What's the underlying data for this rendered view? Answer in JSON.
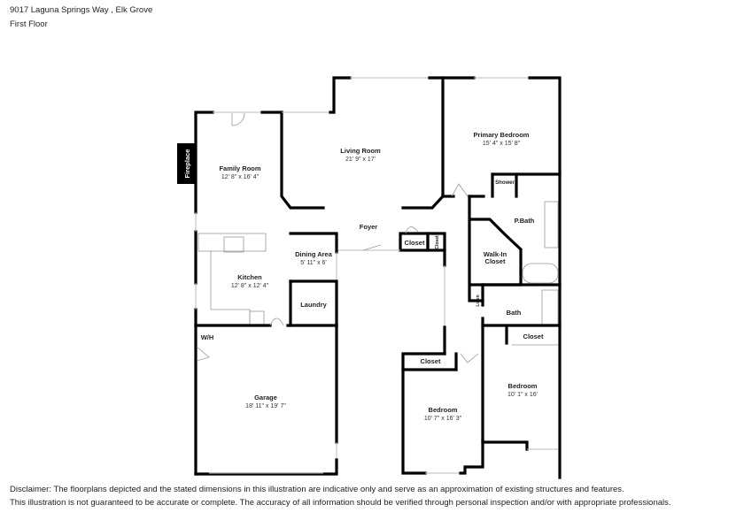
{
  "header": {
    "address": "9017 Laguna Springs Way , Elk Grove",
    "floor": "First Floor"
  },
  "rooms": {
    "family": {
      "name": "Family Room",
      "dims": "12' 8\" x 16' 4\""
    },
    "living": {
      "name": "Living Room",
      "dims": "21' 9\" x 17'"
    },
    "primary": {
      "name": "Primary Bedroom",
      "dims": "15' 4\" x 15' 8\""
    },
    "shower": {
      "name": "Shower"
    },
    "pbath": {
      "name": "P.Bath"
    },
    "walkin": {
      "name": "Walk-In",
      "name2": "Closet"
    },
    "foyer": {
      "name": "Foyer"
    },
    "closet1": {
      "name": "Closet"
    },
    "closet2": {
      "name": "Closet"
    },
    "dining": {
      "name": "Dining Area",
      "dims": "5' 11\" x 6'"
    },
    "kitchen": {
      "name": "Kitchen",
      "dims": "12' 8\" x 12' 4\""
    },
    "laundry": {
      "name": "Laundry"
    },
    "linen": {
      "name": "Linen"
    },
    "bath": {
      "name": "Bath"
    },
    "wh": {
      "name": "W/H"
    },
    "garage": {
      "name": "Garage",
      "dims": "18' 11\" x 19' 7\""
    },
    "bed1_closet": {
      "name": "Closet"
    },
    "bed1": {
      "name": "Bedroom",
      "dims": "10' 7\" x 16' 3\""
    },
    "bed2_closet": {
      "name": "Closet"
    },
    "bed2": {
      "name": "Bedroom",
      "dims": "10' 1\" x 16'"
    },
    "fireplace": {
      "name": "Fireplace"
    }
  },
  "disclaimer": {
    "line1": "Disclaimer: The floorplans depicted and the stated dimensions in this illustration are indicative only and serve as an approximation of existing structures and features.",
    "line2": "This illustration is not guaranteed to be accurate or complete. The accuracy of all information should be verified through personal inspection and/or with appropriate professionals."
  }
}
